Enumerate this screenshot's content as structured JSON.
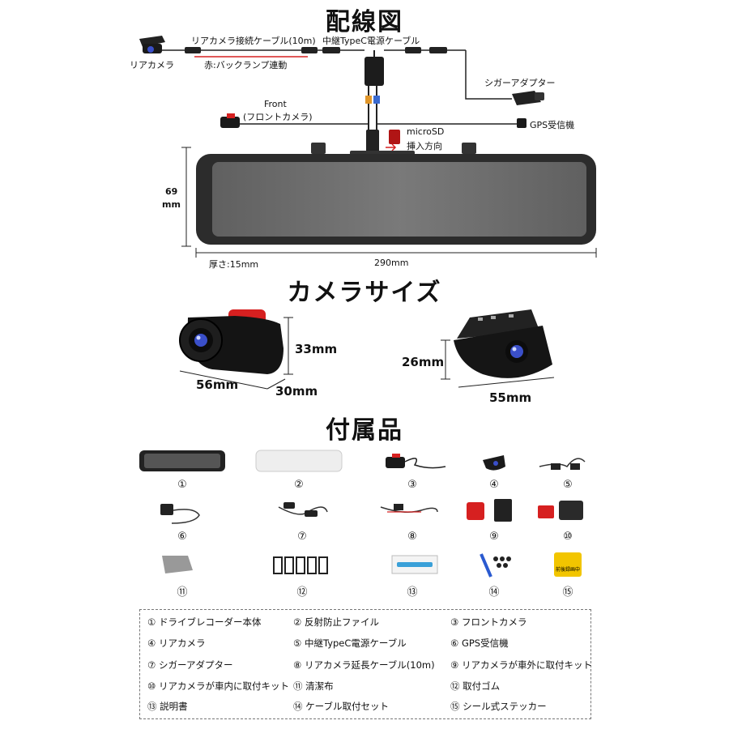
{
  "wiring": {
    "title": "配線図",
    "rear_camera": "リアカメラ",
    "rear_cable": "リアカメラ接続ケーブル(10m)",
    "back_lamp": "赤:バックランプ連動",
    "relay_cable": "中継TypeC電源ケーブル",
    "cigar_adapter": "シガーアダプター",
    "front_en": "Front",
    "front_jp": "(フロントカメラ)",
    "gps": "GPS受信機",
    "microsd": "microSD",
    "insert_dir": "挿入方向",
    "height_val": "69",
    "height_unit": "mm",
    "thickness": "厚さ:15mm",
    "width": "290mm"
  },
  "camera_size": {
    "title": "カメラサイズ",
    "front_height": "33mm",
    "front_width": "56mm",
    "front_depth": "30mm",
    "rear_height": "26mm",
    "rear_width": "55mm"
  },
  "accessories": {
    "title": "付属品",
    "numbers": [
      "①",
      "②",
      "③",
      "④",
      "⑤",
      "⑥",
      "⑦",
      "⑧",
      "⑨",
      "⑩",
      "⑪",
      "⑫",
      "⑬",
      "⑭",
      "⑮"
    ],
    "sticker_text": "前後録画中",
    "items": [
      "① ドライブレコーダー本体",
      "② 反射防止ファイル",
      "③ フロントカメラ",
      "④ リアカメラ",
      "⑤ 中継TypeC電源ケーブル",
      "⑥ GPS受信機",
      "⑦ シガーアダプター",
      "⑧ リアカメラ延長ケーブル(10m)",
      "⑨ リアカメラが車外に取付キット",
      "⑩ リアカメラが車内に取付キット",
      "⑪ 清潔布",
      "⑫ 取付ゴム",
      "⑬ 説明書",
      "⑭ ケーブル取付セット",
      "⑮ シール式ステッカー"
    ]
  },
  "colors": {
    "cable_red": "#d62020",
    "mirror_dark": "#2c2c2c",
    "lens_blue": "#3a4fc9",
    "sticker_yellow": "#f2c500"
  }
}
